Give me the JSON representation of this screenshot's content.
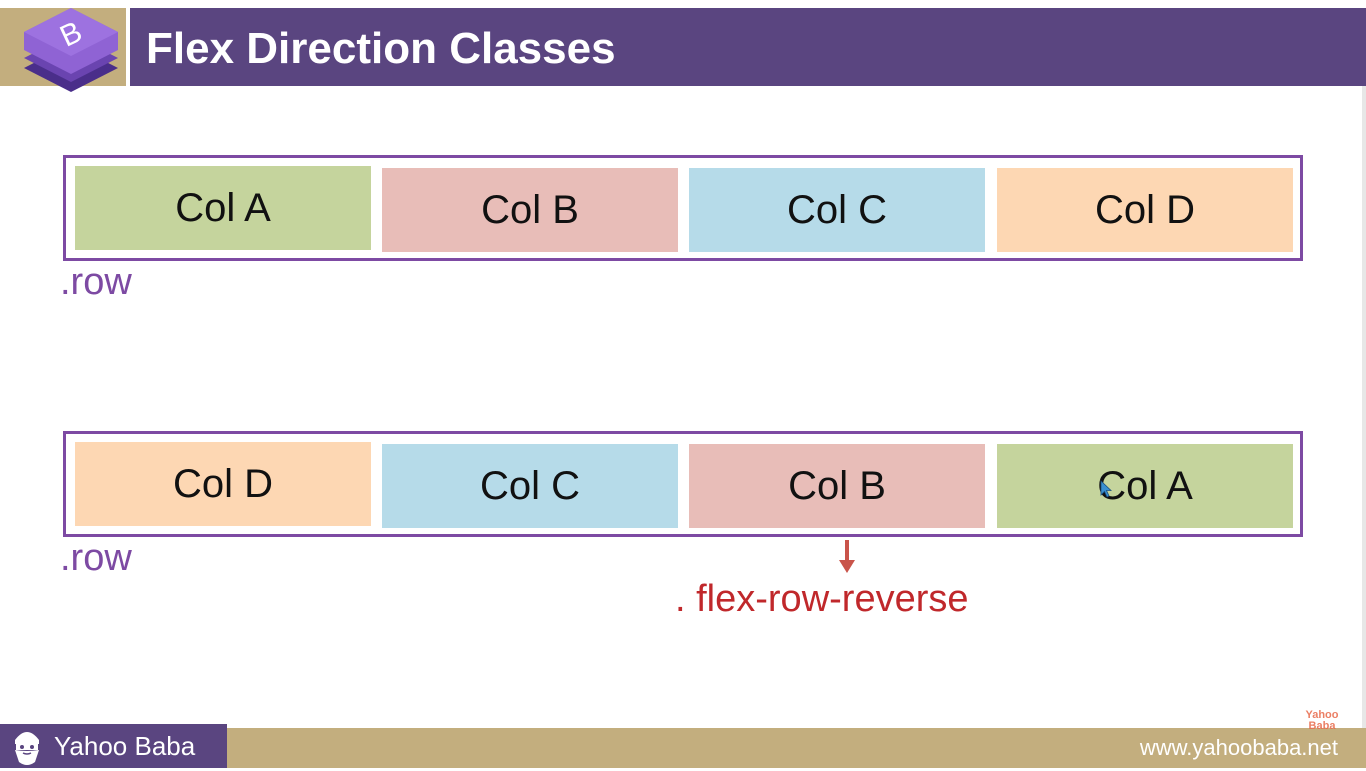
{
  "header": {
    "logo_letter": "B",
    "title": "Flex Direction Classes"
  },
  "row1": {
    "columns": [
      "Col A",
      "Col B",
      "Col C",
      "Col D"
    ],
    "label": ".row"
  },
  "row2": {
    "columns": [
      "Col D",
      "Col C",
      "Col B",
      "Col A"
    ],
    "label": ".row",
    "annotation": ". flex-row-reverse"
  },
  "footer": {
    "brand": "Yahoo Baba",
    "website": "www.yahoobaba.net",
    "watermark_line1": "Yahoo",
    "watermark_line2": "Baba"
  },
  "colors": {
    "header_purple": "#5a4580",
    "footer_tan": "#c3ae7e",
    "border_purple": "#7d4aa3",
    "col_green": "#c5d49d",
    "col_pink": "#e8bdb8",
    "col_blue": "#b6dbe9",
    "col_peach": "#fdd7b3",
    "annotation_red": "#c0282b"
  },
  "icons": {
    "logo": "bootstrap-logo-icon",
    "brand": "bearded-man-icon",
    "arrow": "arrow-down-icon",
    "cursor": "mouse-cursor-icon"
  }
}
